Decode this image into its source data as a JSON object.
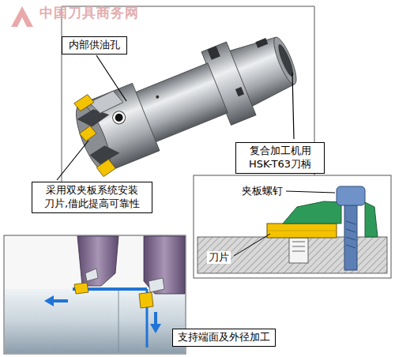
{
  "diagram": {
    "nodes": [
      {
        "text": [
          "内部供油孔"
        ]
      },
      {
        "text": [
          "复合加工机用 HSK-T63刀柄"
        ]
      },
      {
        "text": [
          "采用双夹板系统安装 刀片,借此提高可靠性"
        ]
      },
      {
        "text": [
          "支持端面及外径加工"
        ]
      }
    ],
    "labels": [
      "夹板螺钉",
      "刀片",
      "中国刀具商务网"
    ]
  }
}
